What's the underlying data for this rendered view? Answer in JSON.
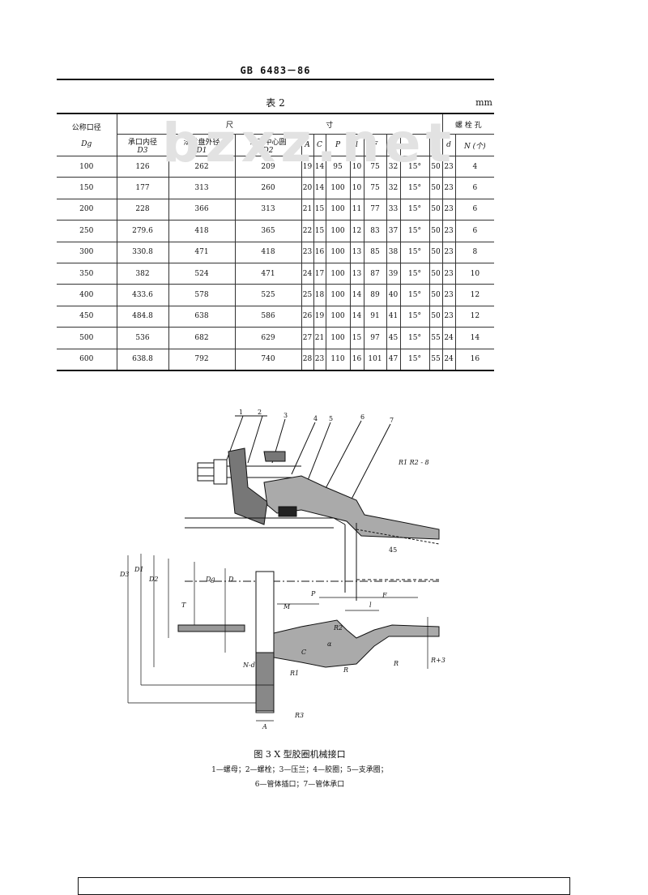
{
  "header": {
    "code": "GB 6483－86"
  },
  "table": {
    "title": "表 2",
    "unit": "mm",
    "watermark": "bzxz.net",
    "headers": {
      "nominal": "公称口径",
      "nominal_sym": "Dg",
      "dims_group": "尺                                        寸",
      "socket": "承口内径",
      "socket_sym": "D3",
      "flange": "法兰盘外径",
      "flange_sym": "D1",
      "bolt_circle": "螺孔中心圆",
      "bolt_circle_sym": "D2",
      "A": "A",
      "C": "C",
      "P": "P",
      "l": "l",
      "F": "F",
      "R": "R",
      "alpha": "α",
      "M": "M",
      "bolt": "螺  栓  孔",
      "d": "d",
      "N": "N (个)"
    },
    "rows": [
      [
        "100",
        "126",
        "262",
        "209",
        "19",
        "14",
        "95",
        "10",
        "75",
        "32",
        "15°",
        "50",
        "23",
        "4"
      ],
      [
        "150",
        "177",
        "313",
        "260",
        "20",
        "14",
        "100",
        "10",
        "75",
        "32",
        "15°",
        "50",
        "23",
        "6"
      ],
      [
        "200",
        "228",
        "366",
        "313",
        "21",
        "15",
        "100",
        "11",
        "77",
        "33",
        "15°",
        "50",
        "23",
        "6"
      ],
      [
        "250",
        "279.6",
        "418",
        "365",
        "22",
        "15",
        "100",
        "12",
        "83",
        "37",
        "15°",
        "50",
        "23",
        "6"
      ],
      [
        "300",
        "330.8",
        "471",
        "418",
        "23",
        "16",
        "100",
        "13",
        "85",
        "38",
        "15°",
        "50",
        "23",
        "8"
      ],
      [
        "350",
        "382",
        "524",
        "471",
        "24",
        "17",
        "100",
        "13",
        "87",
        "39",
        "15°",
        "50",
        "23",
        "10"
      ],
      [
        "400",
        "433.6",
        "578",
        "525",
        "25",
        "18",
        "100",
        "14",
        "89",
        "40",
        "15°",
        "50",
        "23",
        "12"
      ],
      [
        "450",
        "484.8",
        "638",
        "586",
        "26",
        "19",
        "100",
        "14",
        "91",
        "41",
        "15°",
        "50",
        "23",
        "12"
      ],
      [
        "500",
        "536",
        "682",
        "629",
        "27",
        "21",
        "100",
        "15",
        "97",
        "45",
        "15°",
        "55",
        "24",
        "14"
      ],
      [
        "600",
        "638.8",
        "792",
        "740",
        "28",
        "23",
        "110",
        "16",
        "101",
        "47",
        "15°",
        "55",
        "24",
        "16"
      ]
    ]
  },
  "figure": {
    "callouts": [
      "1",
      "2",
      "3",
      "4",
      "5",
      "6",
      "7"
    ],
    "radius_note": "R1  R2 - 8",
    "angle": "45",
    "labels": {
      "D3": "D3",
      "D1": "D1",
      "D2": "D2",
      "Dg": "Dg",
      "D": "D",
      "T": "T",
      "M": "M",
      "P": "P",
      "l": "l",
      "F": "F",
      "R2": "R2",
      "C": "C",
      "R": "R",
      "R_prime": "R",
      "R1": "R1",
      "R3": "R3",
      "R_plus": "R+3",
      "N_d": "N-d",
      "A": "A",
      "alpha": "α"
    },
    "caption": "图 3   X 型胶圈机械接口",
    "legend_line1": "1—螺母；2—螺栓；3—压兰；4—胶圈；5—支承圈；",
    "legend_line2": "6—管体插口；7—管体承口"
  }
}
